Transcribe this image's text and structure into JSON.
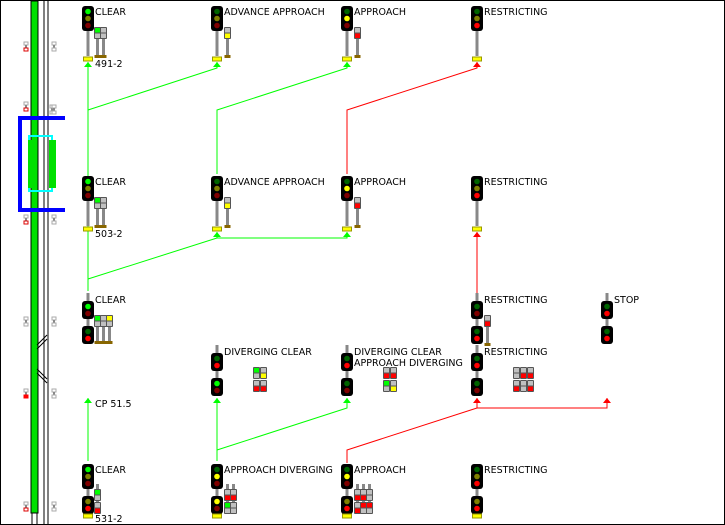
{
  "colors": {
    "route_clear": "#00ff00",
    "route_stop": "#ff0000",
    "block_blue": "#0000ff",
    "block_cyan": "#00ffff"
  },
  "lamp_colors": {
    "G": "#00ff00",
    "g": "#006400",
    "Y": "#ffff00",
    "y": "#808000",
    "R": "#ff0000",
    "r": "#800000",
    "x": "#c0c0c0"
  },
  "location_labels": {
    "sig_491": "491-2",
    "sig_503": "503-2",
    "cp": "CP 51.5",
    "sig_531": "531-2"
  },
  "signals": [
    {
      "label": [
        "CLEAR"
      ],
      "heads": [
        [
          "G",
          "y",
          "r"
        ]
      ],
      "dwarfs": [
        [
          "G",
          "x"
        ],
        [
          "x",
          "x"
        ]
      ]
    },
    {
      "label": [
        "ADVANCE APPROACH"
      ],
      "heads": [
        [
          "g",
          "y",
          "r"
        ]
      ],
      "dwarfs": [
        [
          "x",
          "Y"
        ]
      ]
    },
    {
      "label": [
        "APPROACH"
      ],
      "heads": [
        [
          "g",
          "Y",
          "r"
        ]
      ],
      "dwarfs": [
        [
          "x",
          "R"
        ]
      ]
    },
    {
      "label": [
        "RESTRICTING"
      ],
      "heads": [
        [
          "g",
          "y",
          "R"
        ]
      ],
      "dwarfs": []
    },
    {
      "label": [
        "CLEAR"
      ],
      "heads": [
        [
          "G",
          "y",
          "r"
        ]
      ],
      "dwarfs": [
        [
          "G",
          "x"
        ],
        [
          "x",
          "x"
        ]
      ]
    },
    {
      "label": [
        "ADVANCE APPROACH"
      ],
      "heads": [
        [
          "g",
          "y",
          "r"
        ]
      ],
      "dwarfs": [
        [
          "x",
          "Y"
        ]
      ]
    },
    {
      "label": [
        "APPROACH"
      ],
      "heads": [
        [
          "g",
          "Y",
          "r"
        ]
      ],
      "dwarfs": [
        [
          "x",
          "R"
        ]
      ]
    },
    {
      "label": [
        "RESTRICTING"
      ],
      "heads": [
        [
          "g",
          "y",
          "R"
        ]
      ],
      "dwarfs": []
    },
    {
      "label": [
        "CLEAR"
      ],
      "heads": [
        [
          "G",
          "r"
        ],
        [
          "g",
          "R"
        ]
      ],
      "dwarfs": [
        [
          "G",
          "x"
        ],
        [
          "x",
          "x"
        ],
        [
          "Y",
          "x"
        ]
      ]
    },
    {
      "label": [
        "RESTRICTING"
      ],
      "heads": [
        [
          "g",
          "r"
        ],
        [
          "g",
          "R"
        ]
      ],
      "dwarfs": [
        [
          "x",
          "R"
        ]
      ]
    },
    {
      "label": [
        "STOP"
      ],
      "heads": [
        [
          "g",
          "R"
        ],
        [
          "g",
          "R"
        ]
      ],
      "dwarfs": []
    },
    {
      "label": [
        "DIVERGING CLEAR"
      ],
      "heads": [
        [
          "g",
          "R"
        ],
        [
          "G",
          "r"
        ]
      ],
      "dwarfs": [
        [
          "G",
          "x"
        ],
        [
          "x",
          "Y"
        ],
        [
          "x",
          "R"
        ],
        [
          "x",
          "R"
        ]
      ]
    },
    {
      "label": [
        "DIVERGING CLEAR",
        "APPROACH DIVERGING"
      ],
      "heads": [
        [
          "g",
          "R"
        ],
        [
          "g",
          "r"
        ]
      ],
      "dwarfs": [
        [
          "x",
          "R"
        ],
        [
          "x",
          "R"
        ],
        [
          "G",
          "x"
        ],
        [
          "x",
          "Y"
        ]
      ]
    },
    {
      "label": [
        "RESTRICTING"
      ],
      "heads": [
        [
          "g",
          "R"
        ],
        [
          "g",
          "r"
        ]
      ],
      "dwarfs": [
        [
          "x",
          "x"
        ],
        [
          "x",
          "R"
        ],
        [
          "x",
          "R"
        ],
        [
          "x",
          "R"
        ],
        [
          "x",
          "x"
        ],
        [
          "x",
          "R"
        ]
      ]
    },
    {
      "label": [
        "CLEAR"
      ],
      "heads": [
        [
          "G",
          "y",
          "r"
        ],
        [
          "y",
          "R"
        ]
      ],
      "dwarfs": [
        [
          "G",
          "x"
        ],
        [
          "x",
          "R"
        ]
      ]
    },
    {
      "label": [
        "APPROACH DIVERGING"
      ],
      "heads": [
        [
          "g",
          "Y",
          "r"
        ],
        [
          "Y",
          "r"
        ]
      ],
      "dwarfs": [
        [
          "x",
          "R"
        ],
        [
          "G",
          "x"
        ],
        [
          "x",
          "R"
        ],
        [
          "x",
          "x"
        ]
      ]
    },
    {
      "label": [
        "APPROACH"
      ],
      "heads": [
        [
          "g",
          "Y",
          "r"
        ],
        [
          "y",
          "R"
        ]
      ],
      "dwarfs": [
        [
          "x",
          "R"
        ],
        [
          "x",
          "R"
        ],
        [
          "x",
          "R"
        ],
        [
          "R",
          "x"
        ],
        [
          "x",
          "x"
        ],
        [
          "R",
          "x"
        ]
      ]
    },
    {
      "label": [
        "RESTRICTING"
      ],
      "heads": [
        [
          "g",
          "y",
          "R"
        ],
        [
          "y",
          "R"
        ]
      ],
      "dwarfs": []
    }
  ]
}
